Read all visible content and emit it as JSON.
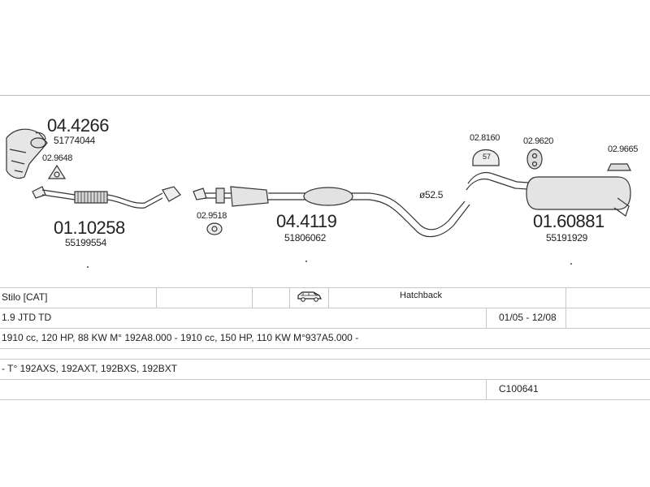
{
  "parts": {
    "downpipe": {
      "number": "04.4266",
      "oe": "51774044"
    },
    "gasket_a": {
      "number": "02.9648"
    },
    "front_pipe": {
      "number": "01.10258",
      "oe": "55199554"
    },
    "gasket_b": {
      "number": "02.9518"
    },
    "center_silencer": {
      "number": "04.4119",
      "oe": "51806062"
    },
    "pipe_diameter": {
      "label": "ø52.5"
    },
    "clamp": {
      "number": "02.8160",
      "size": "57"
    },
    "mount_a": {
      "number": "02.9620"
    },
    "mount_b": {
      "number": "02.9665"
    },
    "rear_silencer": {
      "number": "01.60881",
      "oe": "55191929"
    }
  },
  "vehicle": {
    "model": "Stilo  [CAT]",
    "body_icon": "car-van-icon",
    "body_type": "Hatchback",
    "engine": "1.9 JTD TD",
    "dates": "01/05 - 12/08",
    "specs": "1910 cc, 120 HP, 88 KW M° 192A8.000 - 1910 cc, 150 HP, 110 KW M°937A5.000 -",
    "types": "- T° 192AXS, 192AXT, 192BXS, 192BXT",
    "catalog_code": "C100641"
  }
}
